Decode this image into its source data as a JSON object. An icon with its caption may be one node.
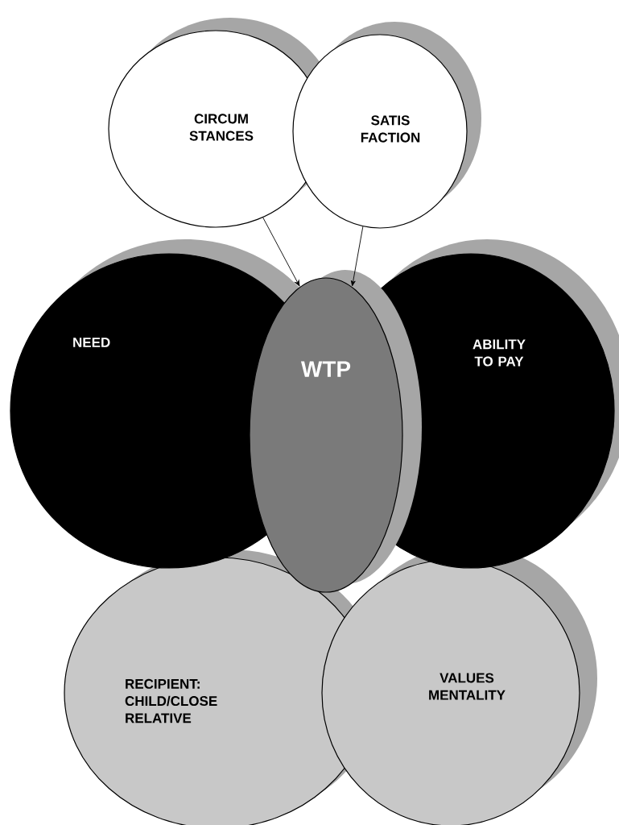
{
  "diagram": {
    "nodes": [
      {
        "text": [
          "CIRCUM STANCES"
        ]
      },
      {
        "text": [
          "SATIS FACTION"
        ]
      },
      {
        "text": [
          "NEED"
        ]
      },
      {
        "text": [
          "WTP"
        ]
      },
      {
        "text": [
          "ABILITY TO PAY"
        ]
      },
      {
        "text": [
          "RECIPIENT: CHILD/CLOSE RELATIVE"
        ]
      },
      {
        "text": [
          "VALUES MENTALITY"
        ]
      }
    ],
    "edges": [
      {
        "from": 0,
        "to": 3,
        "arrow": "to"
      },
      {
        "from": 1,
        "to": 3,
        "arrow": "to"
      }
    ]
  }
}
